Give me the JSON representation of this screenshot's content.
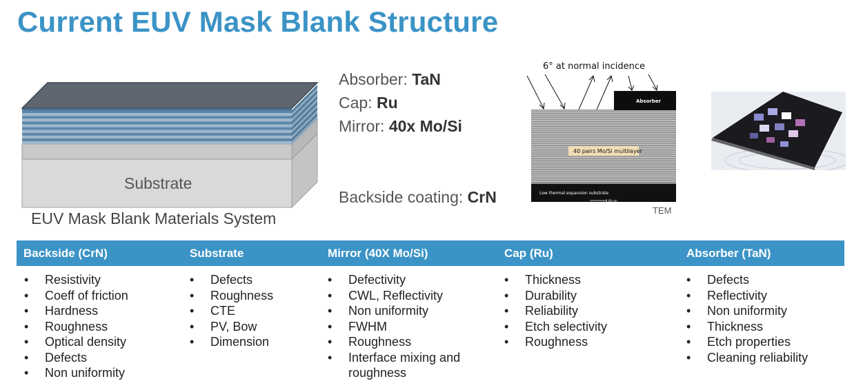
{
  "title": "Current EUV Mask Blank Structure",
  "blank_diagram": {
    "substrate_label": "Substrate",
    "caption": "EUV Mask Blank Materials System"
  },
  "layers": {
    "absorber_label": "Absorber: ",
    "absorber_value": "TaN",
    "cap_label": "Cap: ",
    "cap_value": "Ru",
    "mirror_label": "Mirror: ",
    "mirror_value": "40x Mo/Si",
    "backside_label": "Backside coating: ",
    "backside_value": "CrN"
  },
  "tem": {
    "incidence_label": "6° at normal incidence",
    "absorber_label": "Absorber",
    "multilayer_label": "40 pairs Mo/Si multilayer",
    "substrate_label": "Low thermal expansion substrate",
    "scale_label": "1 00 nm",
    "caption": "TEM"
  },
  "table": {
    "columns": [
      {
        "title": "Backside (CrN)",
        "items": [
          "Resistivity",
          "Coeff of friction",
          "Hardness",
          "Roughness",
          "Optical density",
          "Defects",
          "Non uniformity"
        ]
      },
      {
        "title": "Substrate",
        "items": [
          "Defects",
          "Roughness",
          "CTE",
          "PV, Bow",
          "Dimension"
        ]
      },
      {
        "title": "Mirror (40X Mo/Si)",
        "items": [
          "Defectivity",
          "CWL, Reflectivity",
          "Non uniformity",
          "FWHM",
          "Roughness",
          "Interface mixing and roughness"
        ]
      },
      {
        "title": "Cap (Ru)",
        "items": [
          "Thickness",
          "Durability",
          "Reliability",
          "Etch selectivity",
          "Roughness"
        ]
      },
      {
        "title": "Absorber (TaN)",
        "items": [
          "Defects",
          "Reflectivity",
          "Non uniformity",
          "Thickness",
          "Etch properties",
          "Cleaning reliability"
        ]
      }
    ]
  },
  "colors": {
    "accent": "#3b93c6",
    "layer_blue": "#5b86a8",
    "absorber_gray": "#5f6670",
    "substrate_gray": "#d9d9d9"
  }
}
